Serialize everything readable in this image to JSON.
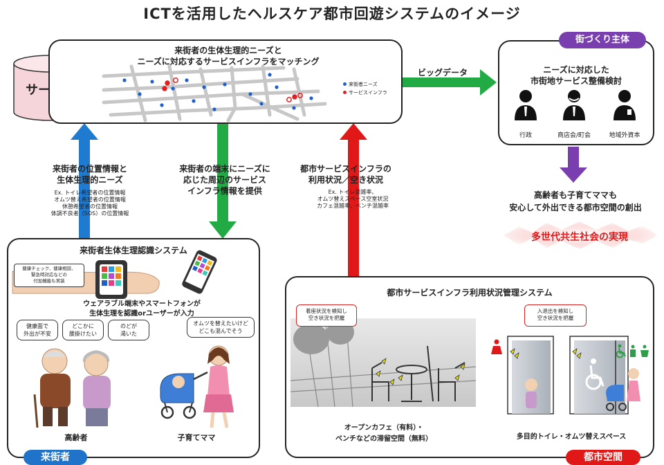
{
  "title": "ICTを活用したヘルスケア都市回遊システムのイメージ",
  "server": {
    "label": "サーバー"
  },
  "matching": {
    "title_line1": "来街者の生体生理的ニーズと",
    "title_line2": "ニーズに対応するサービスインフラをマッチング",
    "legend": [
      {
        "label": "来街者ニーズ",
        "color": "#1f5fc8"
      },
      {
        "label": "サービスインフラ",
        "color": "#e02020"
      }
    ]
  },
  "big_data_label": "ビッグデータ",
  "planner": {
    "tag": "街づくり主体",
    "title_line1": "ニーズに対応した",
    "title_line2": "市街地サービス整備検討",
    "actors": [
      "行政",
      "商店会/町会",
      "地域外資本"
    ]
  },
  "outcome": {
    "line1": "高齢者も子育てママも",
    "line2": "安心して外出できる都市空間の創出",
    "banner": "多世代共生社会の実現"
  },
  "flows": {
    "up_blue": {
      "line1": "来街者の位置情報と",
      "line2": "生体生理的ニーズ",
      "examples": [
        "Ex. トイレ希望者の位置情報",
        "オムツ替え希望者の位置情報",
        "休憩希望者の位置情報",
        "体調不良者（SOS）の位置情報"
      ]
    },
    "down_green": {
      "line1": "来街者の端末にニーズに",
      "line2": "応じた周辺のサービス",
      "line3": "インフラ情報を提供"
    },
    "up_red": {
      "line1": "都市サービスインフラの",
      "line2": "利用状況／空き状況",
      "examples": [
        "Ex. トイレ混雑率、",
        "オムツ替えスペース空室状況",
        "カフェ混雑率、ベンチ混雑率"
      ]
    }
  },
  "visitor_system": {
    "title": "来街者生体生理認識システム",
    "watch_note": [
      "健康チェック、健康相談、",
      "緊急時対応などの",
      "付加機能も実装"
    ],
    "caption_line1": "ウェアラブル端末やスマートフォンが",
    "caption_line2": "生体生理を認識orユーザーが入力",
    "bubbles": [
      [
        "健康面で",
        "外出が不安"
      ],
      [
        "どこかに",
        "腰掛けたい"
      ],
      [
        "のどが",
        "渇いた"
      ],
      [
        "オムツを替えたいけど",
        "どこも混んでそう"
      ]
    ],
    "elderly_label": "高齢者",
    "mama_label": "子育てママ",
    "tag": "来街者"
  },
  "infra_system": {
    "title": "都市サービスインフラ利用状況管理システム",
    "cafe_bubble": [
      "着座状況を検知し",
      "空き状況を把握"
    ],
    "toilet_bubble": [
      "入退出を検知し",
      "空き状況を把握"
    ],
    "cafe_label_line1": "オープンカフェ（有料）・",
    "cafe_label_line2": "ベンチなどの滞留空間（無料）",
    "toilet_label": "多目的トイレ・オムツ替えスペース",
    "tag": "都市空間"
  },
  "colors": {
    "blue_arrow": "#1f7bd0",
    "green_arrow": "#22aa44",
    "red_arrow": "#e01818",
    "purple": "#7a3fae",
    "tag_blue": "#1f73c8",
    "tag_red": "#e01818",
    "server_fill": "#f5d5da"
  }
}
